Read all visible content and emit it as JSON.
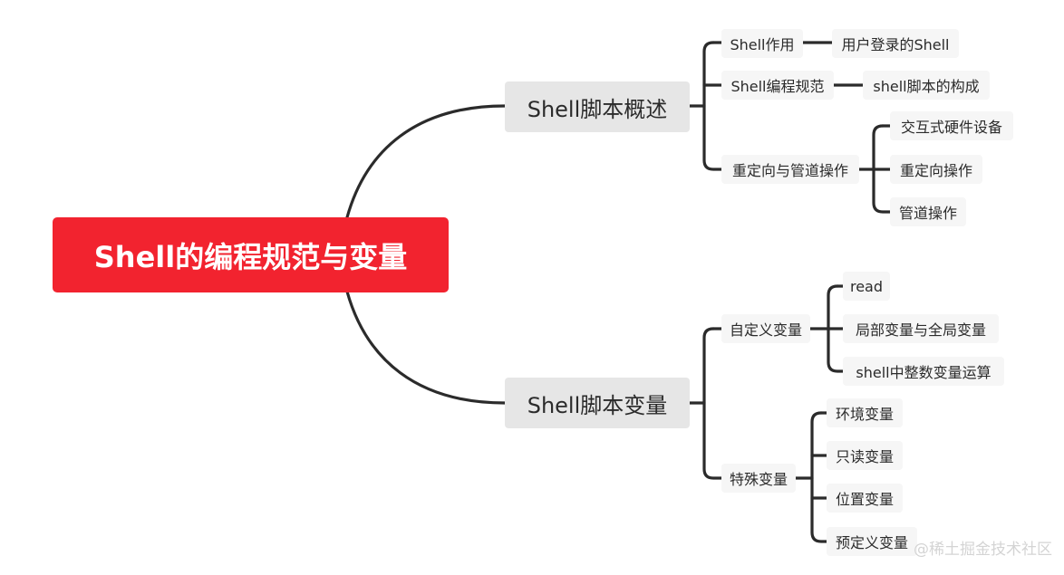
{
  "colors": {
    "root_bg": "#f2232f",
    "main_bg": "#e6e6e6",
    "sub_bg": "#f6f6f6",
    "line": "#2b2b2b",
    "watermark": "#d4d4d4"
  },
  "mindmap": {
    "root": "Shell的编程规范与变量",
    "overview": {
      "label": "Shell脚本概述",
      "shell_role": {
        "label": "Shell作用",
        "children": [
          "用户登录的Shell"
        ]
      },
      "shell_spec": {
        "label": "Shell编程规范",
        "children": [
          "shell脚本的构成"
        ]
      },
      "redirect_pipe": {
        "label": "重定向与管道操作",
        "children": [
          "交互式硬件设备",
          "重定向操作",
          "管道操作"
        ]
      }
    },
    "variables": {
      "label": "Shell脚本变量",
      "custom": {
        "label": "自定义变量",
        "children": [
          "read",
          "局部变量与全局变量",
          "shell中整数变量运算"
        ]
      },
      "special": {
        "label": "特殊变量",
        "children": [
          "环境变量",
          "只读变量",
          "位置变量",
          "预定义变量"
        ]
      }
    }
  },
  "watermark": {
    "text": "@稀土掘金技术社区"
  }
}
